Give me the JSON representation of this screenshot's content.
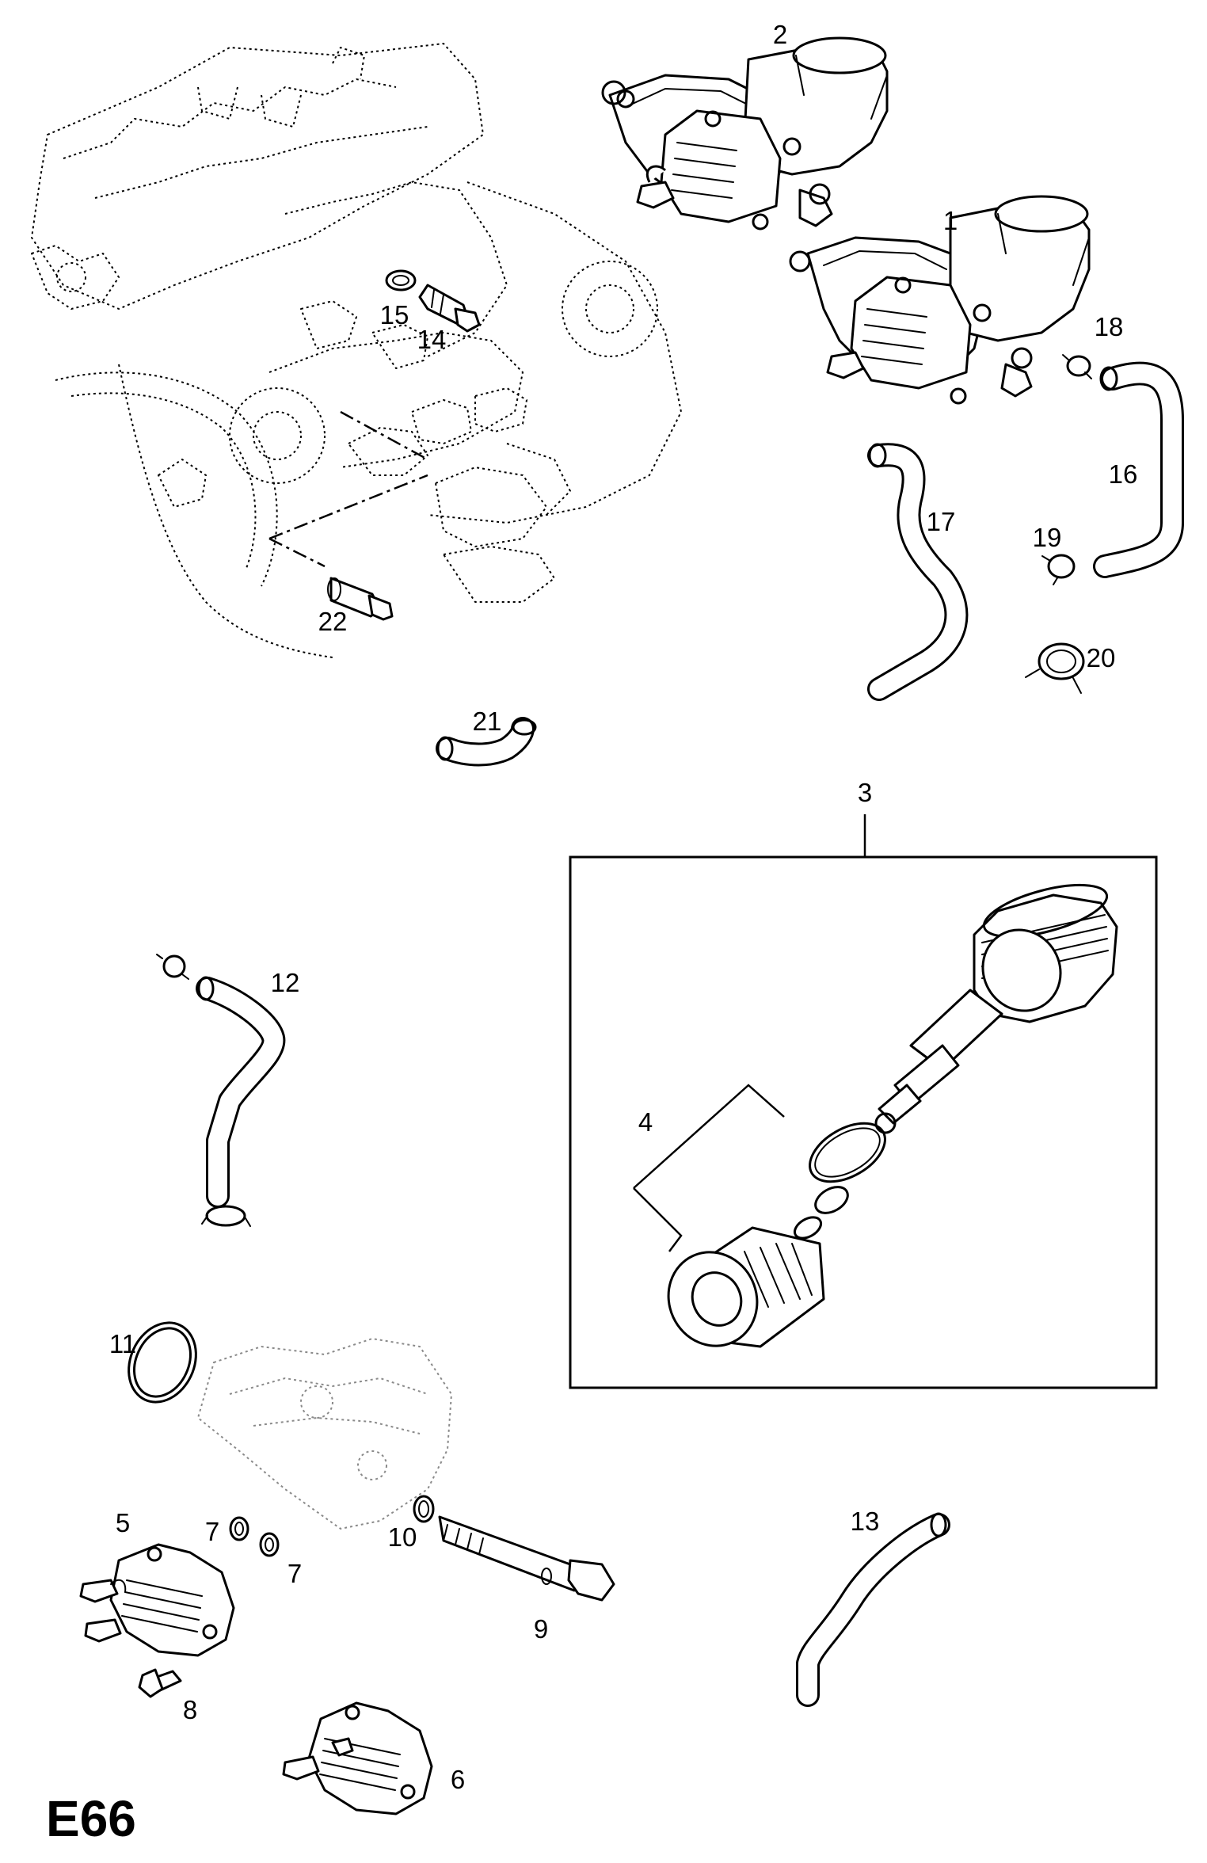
{
  "diagram": {
    "code": "E66",
    "part_labels": [
      "1",
      "2",
      "3",
      "4",
      "5",
      "6",
      "7",
      "7",
      "8",
      "9",
      "10",
      "11",
      "12",
      "13",
      "14",
      "15",
      "16",
      "17",
      "18",
      "19",
      "20",
      "21",
      "22"
    ]
  }
}
